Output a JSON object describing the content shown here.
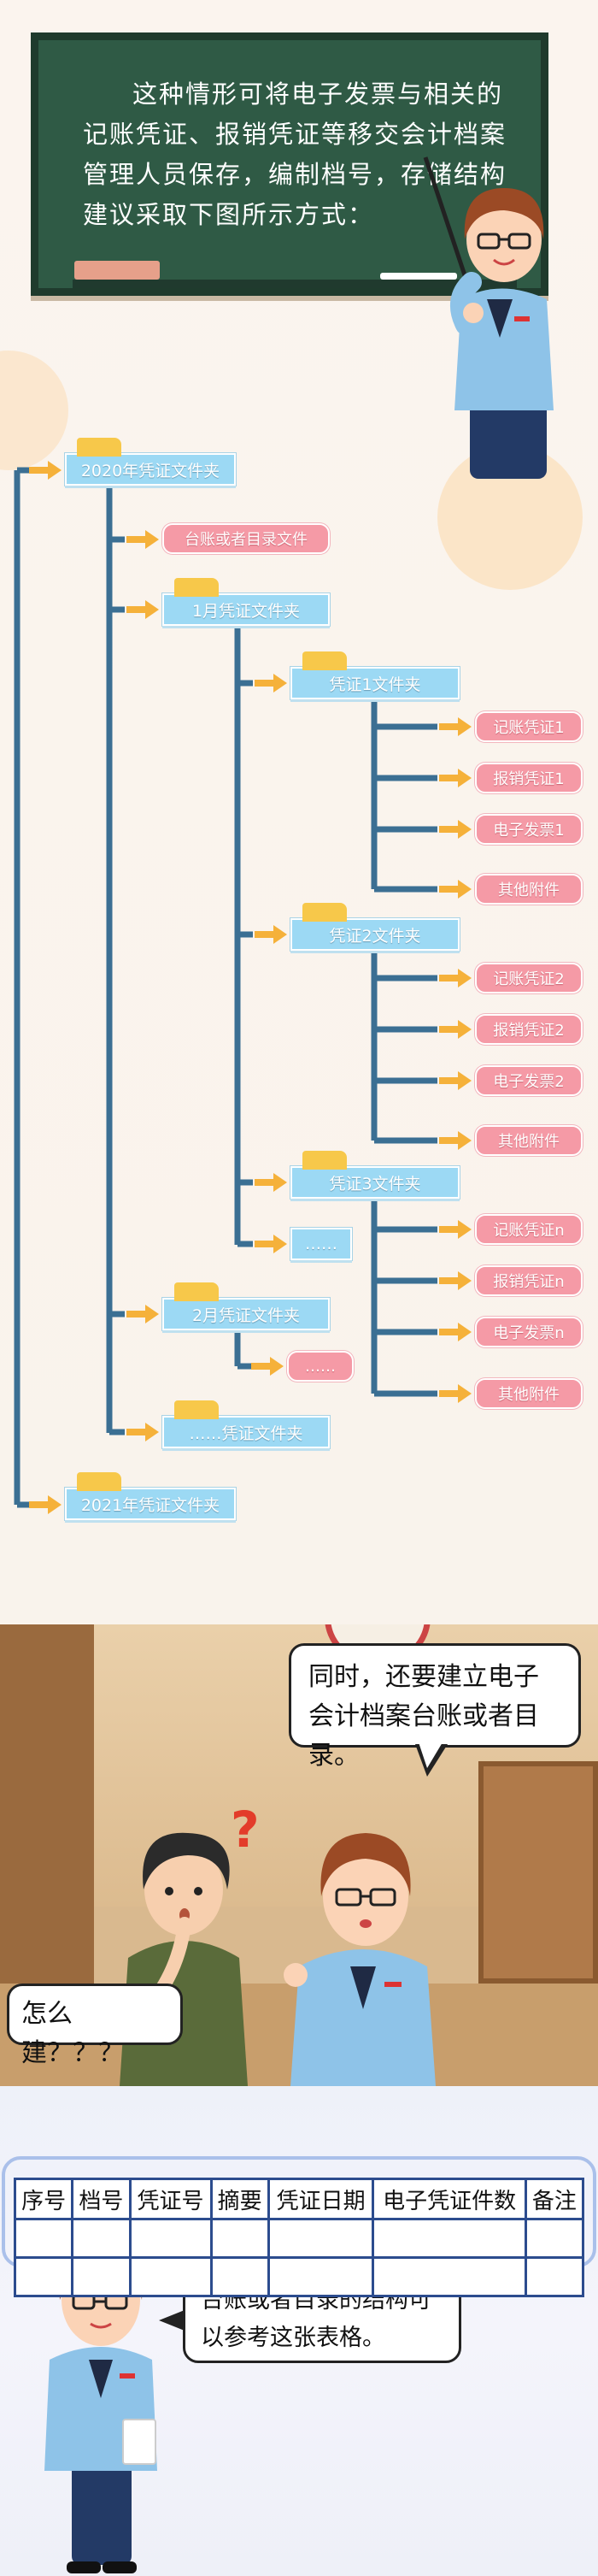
{
  "board": {
    "text": "这种情形可将电子发票与相关的记账凭证、报销凭证等移交会计档案管理人员保存，编制档号，存储结构建议采取下图所示方式："
  },
  "tree": {
    "year2020": "2020年凭证文件夹",
    "ledger_file": "台账或者目录文件",
    "jan": "1月凭证文件夹",
    "v1": "凭证1文件夹",
    "v2": "凭证2文件夹",
    "v3": "凭证3文件夹",
    "vmore": "……",
    "feb": "2月凭证文件夹",
    "febmore": "……",
    "monthmore": "……凭证文件夹",
    "year2021": "2021年凭证文件夹",
    "v1_docs": [
      "记账凭证1",
      "报销凭证1",
      "电子发票1",
      "其他附件"
    ],
    "v2_docs": [
      "记账凭证2",
      "报销凭证2",
      "电子发票2",
      "其他附件"
    ],
    "vn_docs": [
      "记账凭证n",
      "报销凭证n",
      "电子发票n",
      "其他附件"
    ]
  },
  "dialog": {
    "officer": "同时，还要建立电子会计档案台账或者目录。",
    "citizen": "怎么建？？？"
  },
  "table_section": {
    "headers": [
      "序号",
      "档号",
      "凭证号",
      "摘要",
      "凭证日期",
      "电子凭证件数",
      "备注"
    ],
    "note": "台账或者目录的结构可以参考这张表格。"
  },
  "colors": {
    "line": "#3b6f93",
    "arrow": "#f5b13a",
    "folder": "#9cd9f4",
    "doc": "#f59aa6",
    "board": "#2f5a45",
    "table_border": "#2c4c8e"
  }
}
